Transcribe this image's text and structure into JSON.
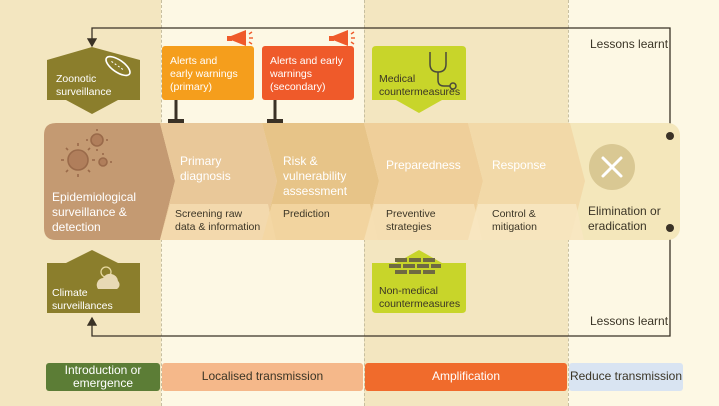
{
  "lessons": {
    "top": "Lessons learnt",
    "bottom": "Lessons learnt"
  },
  "surveillance": {
    "zoonotic": "Zoonotic surveillance",
    "climate": "Climate surveillances"
  },
  "alerts": {
    "primary": "Alerts and early warnings (primary)",
    "secondary": "Alerts and early warnings (secondary)"
  },
  "countermeasures": {
    "medical": "Medical countermeasures",
    "non_medical": "Non-medical countermeasures"
  },
  "stages": [
    {
      "title": "Epidemiological surveillance & detection",
      "sub": ""
    },
    {
      "title": "Primary diagnosis",
      "sub": "Screening raw data & information"
    },
    {
      "title": "Risk & vulnerability assessment",
      "sub": "Prediction"
    },
    {
      "title": "Preparedness",
      "sub": "Preventive strategies"
    },
    {
      "title": "Response",
      "sub": "Control & mitigation"
    },
    {
      "title": "Elimination or eradication",
      "sub": ""
    }
  ],
  "phases": [
    {
      "label": "Introduction or emergence",
      "color": "#5c7d36"
    },
    {
      "label": "Localised transmission",
      "color": "#f5b88a"
    },
    {
      "label": "Amplification",
      "color": "#f06b2c"
    },
    {
      "label": "Reduce transmission",
      "color": "#d9e4f2"
    }
  ],
  "colors": {
    "olive": "#8b7e2c",
    "orange": "#f59e1c",
    "red_orange": "#ef5a2a",
    "lime": "#c8d52a",
    "tan": "#c49a72"
  },
  "icons": [
    "bacteria-icon",
    "virus-icon",
    "megaphone-icon",
    "stethoscope-icon",
    "brick-wall-icon",
    "cloud-sun-icon",
    "close-icon"
  ]
}
